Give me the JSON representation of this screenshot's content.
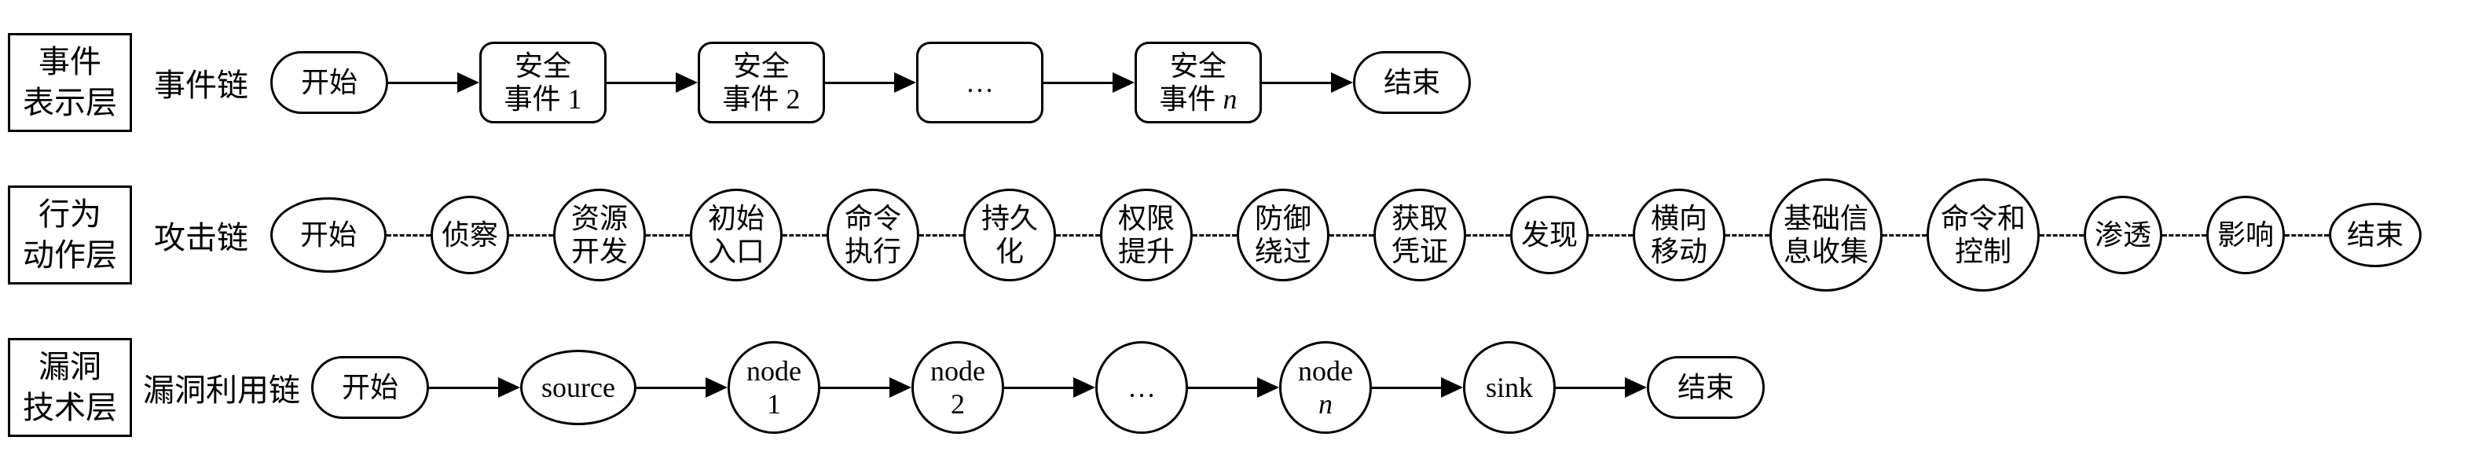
{
  "diagram_border_color": "#000000",
  "background_color": "#ffffff",
  "rows": [
    {
      "layer_label": {
        "lines": [
          "事件",
          "表示层"
        ]
      },
      "chain_label": "事件链",
      "connector": "arrow",
      "nodes": [
        {
          "id": "start",
          "shape": "stadium",
          "lines": [
            "开始"
          ]
        },
        {
          "id": "security-event-1",
          "shape": "rounded",
          "lines": [
            "安全",
            "事件 1"
          ]
        },
        {
          "id": "security-event-2",
          "shape": "rounded",
          "lines": [
            "安全",
            "事件 2"
          ]
        },
        {
          "id": "ellipsis",
          "shape": "rounded",
          "lines": [
            "…"
          ]
        },
        {
          "id": "security-event-n",
          "shape": "rounded",
          "lines": [
            "安全",
            "事件 *n*"
          ]
        },
        {
          "id": "end",
          "shape": "stadium",
          "lines": [
            "结束"
          ]
        }
      ]
    },
    {
      "layer_label": {
        "lines": [
          "行为",
          "动作层"
        ]
      },
      "chain_label": "攻击链",
      "connector": "dashed",
      "nodes": [
        {
          "id": "start",
          "shape": "ellipse",
          "size": "m",
          "lines": [
            "开始"
          ]
        },
        {
          "id": "reconnaissance",
          "shape": "circle",
          "size": "s",
          "lines": [
            "侦察"
          ]
        },
        {
          "id": "resource-development",
          "shape": "circle",
          "size": "m",
          "lines": [
            "资源",
            "开发"
          ]
        },
        {
          "id": "initial-access",
          "shape": "circle",
          "size": "m",
          "lines": [
            "初始",
            "入口"
          ]
        },
        {
          "id": "command-execution",
          "shape": "circle",
          "size": "m",
          "lines": [
            "命令",
            "执行"
          ]
        },
        {
          "id": "persistence",
          "shape": "circle",
          "size": "m",
          "lines": [
            "持久",
            "化"
          ]
        },
        {
          "id": "privilege-escalation",
          "shape": "circle",
          "size": "m",
          "lines": [
            "权限",
            "提升"
          ]
        },
        {
          "id": "defense-evasion",
          "shape": "circle",
          "size": "m",
          "lines": [
            "防御",
            "绕过"
          ]
        },
        {
          "id": "credential-access",
          "shape": "circle",
          "size": "m",
          "lines": [
            "获取",
            "凭证"
          ]
        },
        {
          "id": "discovery",
          "shape": "circle",
          "size": "s",
          "lines": [
            "发现"
          ]
        },
        {
          "id": "lateral-movement",
          "shape": "circle",
          "size": "m",
          "lines": [
            "横向",
            "移动"
          ]
        },
        {
          "id": "basic-info-collection",
          "shape": "circle",
          "size": "l",
          "lines": [
            "基础信",
            "息收集"
          ]
        },
        {
          "id": "command-and-control",
          "shape": "circle",
          "size": "l",
          "lines": [
            "命令和",
            "控制"
          ]
        },
        {
          "id": "exfiltration",
          "shape": "circle",
          "size": "s",
          "lines": [
            "渗透"
          ]
        },
        {
          "id": "impact",
          "shape": "circle",
          "size": "s",
          "lines": [
            "影响"
          ]
        },
        {
          "id": "end",
          "shape": "ellipse",
          "size": "s",
          "lines": [
            "结束"
          ]
        }
      ]
    },
    {
      "layer_label": {
        "lines": [
          "漏洞",
          "技术层"
        ]
      },
      "chain_label": "漏洞利用链",
      "connector": "arrow",
      "nodes": [
        {
          "id": "start",
          "shape": "stadium",
          "lines": [
            "开始"
          ]
        },
        {
          "id": "source",
          "shape": "ellipse",
          "size": "m",
          "lines": [
            "source"
          ]
        },
        {
          "id": "node-1",
          "shape": "circle",
          "size": "m",
          "lines": [
            "node",
            "1"
          ]
        },
        {
          "id": "node-2",
          "shape": "circle",
          "size": "m",
          "lines": [
            "node",
            "2"
          ]
        },
        {
          "id": "ellipsis",
          "shape": "circle",
          "size": "m",
          "lines": [
            "…"
          ]
        },
        {
          "id": "node-n",
          "shape": "circle",
          "size": "m",
          "lines": [
            "node",
            "*n*"
          ]
        },
        {
          "id": "sink",
          "shape": "circle",
          "size": "m",
          "lines": [
            "sink"
          ]
        },
        {
          "id": "end",
          "shape": "stadium",
          "lines": [
            "结束"
          ]
        }
      ]
    }
  ]
}
